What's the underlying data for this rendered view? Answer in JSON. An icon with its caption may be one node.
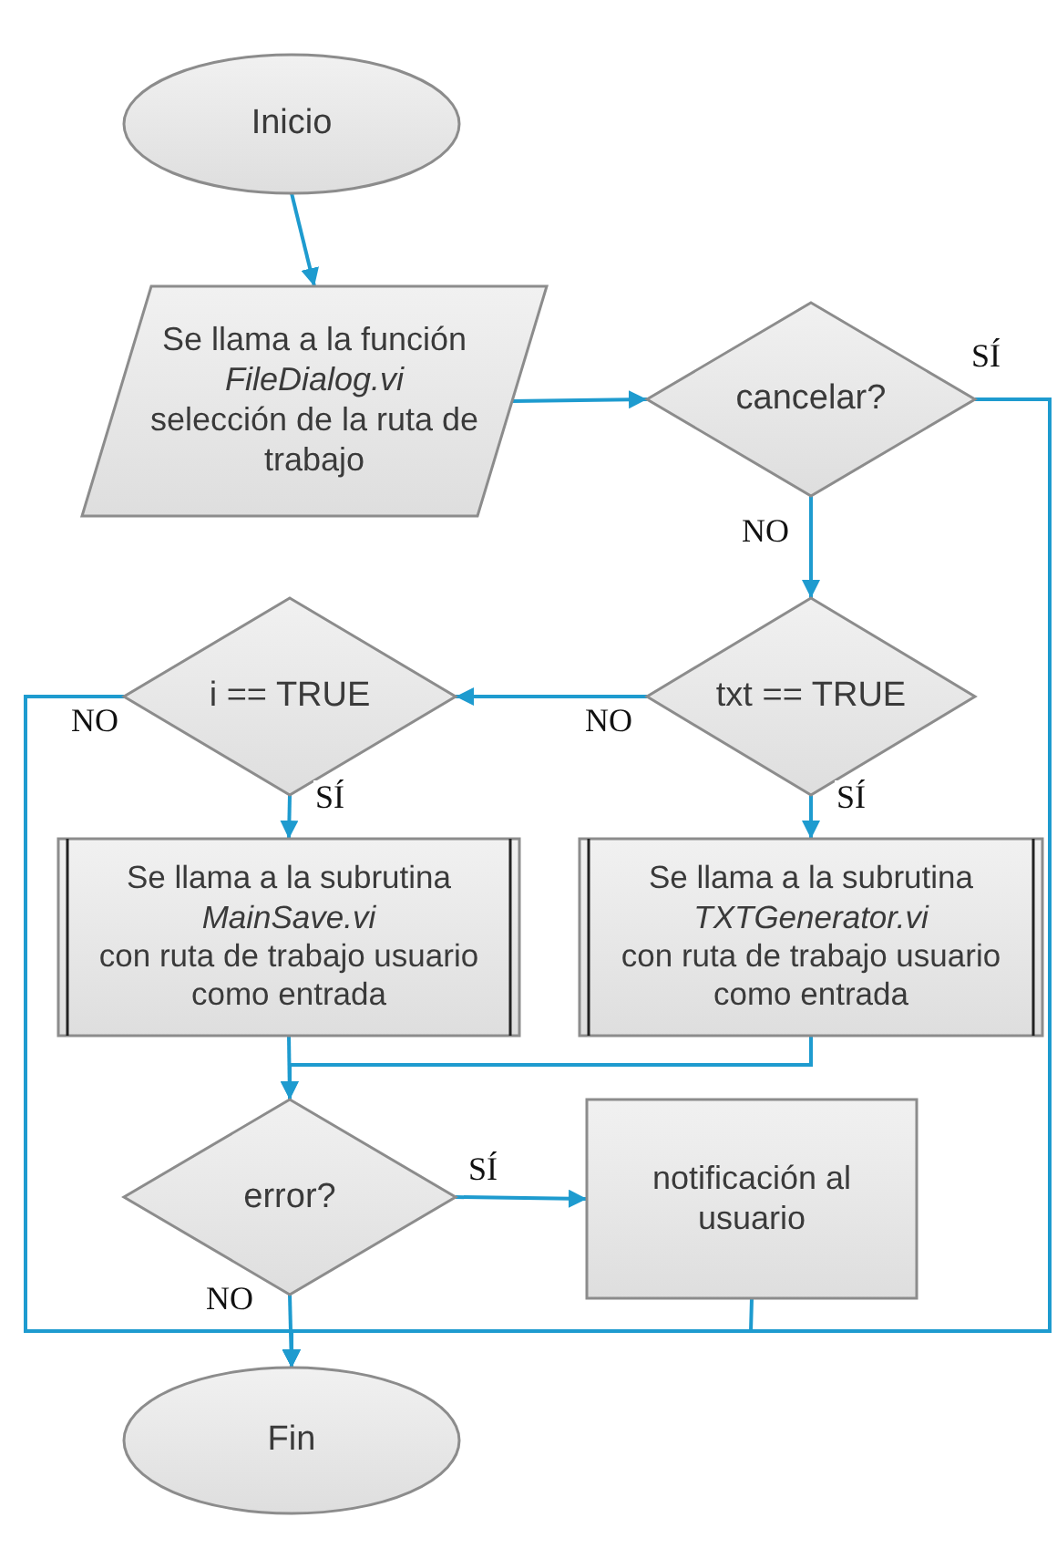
{
  "diagram": {
    "nodes": [
      {
        "text": [
          "Inicio"
        ]
      },
      {
        "text": [
          "Se llama a la función *FileDialog.vi* selección de la ruta de trabajo"
        ]
      },
      {
        "text": [
          "cancelar?"
        ]
      },
      {
        "text": [
          "i == TRUE"
        ]
      },
      {
        "text": [
          "txt == TRUE"
        ]
      },
      {
        "text": [
          "Se llama a la subrutina *MainSave.vi* con ruta de trabajo usuario como entrada"
        ]
      },
      {
        "text": [
          "Se llama a la subrutina *TXTGenerator.vi* con ruta de trabajo usuario como entrada"
        ]
      },
      {
        "text": [
          "error?"
        ]
      },
      {
        "text": [
          "notificación al usuario"
        ]
      },
      {
        "text": [
          "Fin"
        ]
      }
    ],
    "edges": [
      {
        "from": 0,
        "to": 1,
        "arrow": "to"
      },
      {
        "from": 1,
        "to": 2,
        "arrow": "to"
      },
      {
        "from": 2,
        "to": 9,
        "arrow": "to",
        "label": "SÍ"
      },
      {
        "from": 2,
        "to": 4,
        "arrow": "to",
        "label": "NO"
      },
      {
        "from": 4,
        "to": 3,
        "arrow": "to",
        "label": "NO"
      },
      {
        "from": 3,
        "to": 9,
        "arrow": "to",
        "label": "NO"
      },
      {
        "from": 3,
        "to": 5,
        "arrow": "to",
        "label": "SÍ"
      },
      {
        "from": 4,
        "to": 6,
        "arrow": "to",
        "label": "SÍ"
      },
      {
        "from": 5,
        "to": 7,
        "arrow": "to"
      },
      {
        "from": 6,
        "to": 7,
        "arrow": "to"
      },
      {
        "from": 7,
        "to": 8,
        "arrow": "to",
        "label": "SÍ"
      },
      {
        "from": 7,
        "to": 9,
        "arrow": "to",
        "label": "NO"
      },
      {
        "from": 8,
        "to": 9,
        "arrow": "to"
      }
    ]
  }
}
